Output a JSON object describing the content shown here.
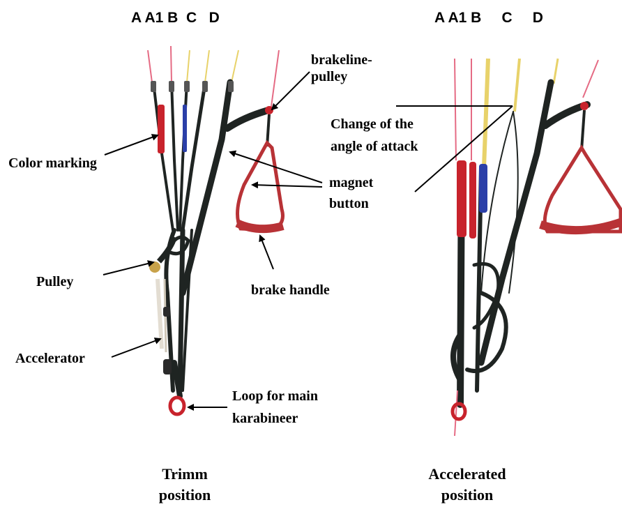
{
  "left_panel": {
    "riser_letters": "A A1 B  C   D",
    "labels": {
      "color_marking": "Color marking",
      "brakeline_pulley_1": "brakeline-",
      "brakeline_pulley_2": "pulley",
      "magnet_button_1": "magnet",
      "magnet_button_2": "button",
      "pulley": "Pulley",
      "brake_handle": "brake handle",
      "accelerator": "Accelerator",
      "loop_1": "Loop for main",
      "loop_2": "karabineer"
    },
    "caption_line1": "Trimm",
    "caption_line2": "position"
  },
  "right_panel": {
    "riser_letters": "A A1 B     C     D",
    "labels": {
      "angle_1": "Change of the",
      "angle_2": "angle of attack"
    },
    "caption_line1": "Accelerated",
    "caption_line2": "position"
  },
  "colors": {
    "webbing": "#1f2422",
    "red_marking": "#c8232c",
    "blue_marking": "#2b3fa8",
    "yellow_line": "#e8d26a",
    "pink_line": "#e56b84",
    "handle_red": "#b83236"
  }
}
